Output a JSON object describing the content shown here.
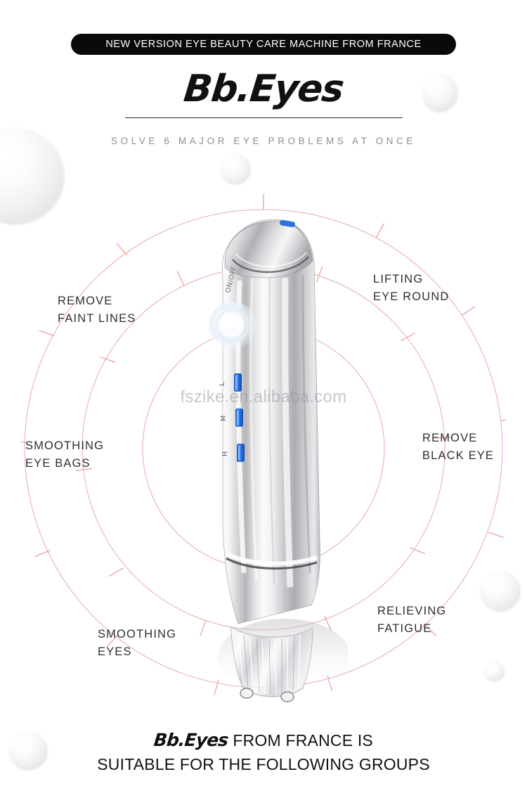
{
  "header": {
    "badge_text": "NEW VERSION EYE BEAUTY CARE MACHINE FROM FRANCE",
    "brand": "Bb.Eyes",
    "tagline": "SOLVE 6 MAJOR EYE PROBLEMS AT ONCE"
  },
  "features": [
    {
      "id": "remove-faint-lines",
      "line1": "REMOVE",
      "line2": "FAINT LINES"
    },
    {
      "id": "lifting-eye-round",
      "line1": "LIFTING",
      "line2": "EYE ROUND"
    },
    {
      "id": "smoothing-eye-bags",
      "line1": "SMOOTHING",
      "line2": "EYE BAGS"
    },
    {
      "id": "remove-black-eye",
      "line1": "REMOVE",
      "line2": "BLACK EYE"
    },
    {
      "id": "smoothing-eyes",
      "line1": "SMOOTHING",
      "line2": "EYES"
    },
    {
      "id": "relieving-fatigue",
      "line1": "RELIEVING",
      "line2": "FATIGUE"
    }
  ],
  "device": {
    "power_label": "ON/OFF",
    "level_labels": [
      "L",
      "M",
      "H"
    ]
  },
  "watermark": {
    "text": "fszike.en.alibaba.com"
  },
  "footer": {
    "brand": "Bb.Eyes",
    "line1_rest": "FROM FRANCE IS",
    "line2": "SUITABLE FOR THE FOLLOWING GROUPS"
  },
  "colors": {
    "badge_bg": "#0a0a0a",
    "ring": "#e8a9a9",
    "accent_led": "#1f6fe0",
    "text": "#2e2e2e",
    "tagline": "#8d8d90"
  }
}
